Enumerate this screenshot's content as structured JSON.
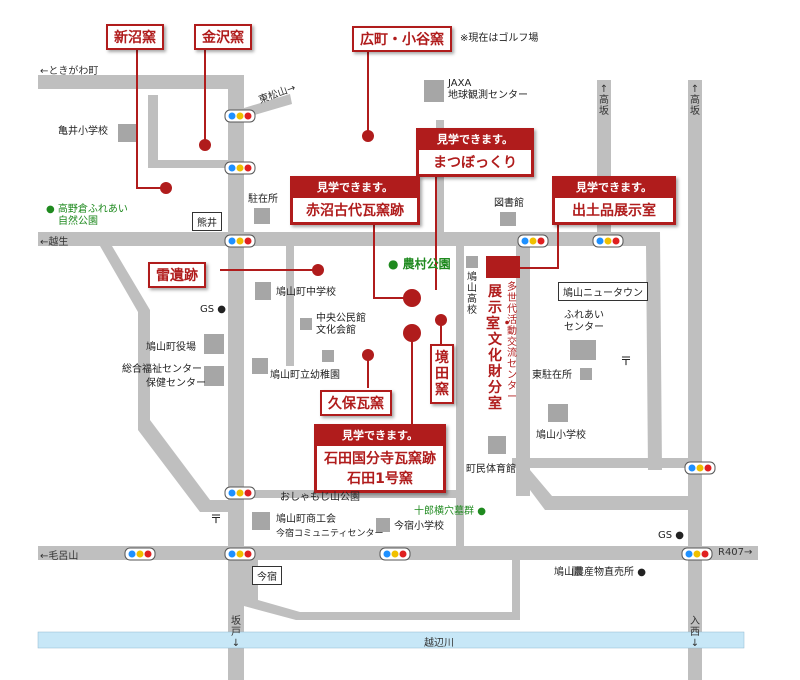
{
  "kilns": {
    "niinuma": "新沼窯",
    "kanazawa": "金沢窯",
    "hiromachi": "広町・小谷窯",
    "hiromachi_note": "※現在はゴルフ場",
    "raiiseki": "雷遺跡",
    "kubo": "久保瓦窯",
    "sakaida": "境田窯"
  },
  "visitable": {
    "badge": "見学できます。",
    "matsubo": "まつぼっくり",
    "akanuma": "赤沼古代瓦窯跡",
    "shutsudo": "出土品展示室",
    "ishida_line1": "石田国分寺瓦窯跡",
    "ishida_line2": "石田1号窯"
  },
  "center": {
    "main": "展示室・文化財分室",
    "sub": "多世代活動交流センター"
  },
  "roads": {
    "tokigawa": "←ときがわ町",
    "higashimatsuyama": "東松山→",
    "koshi": "←越生",
    "moroyama": "←毛呂山",
    "r407": "R407→",
    "takasaka1": "↑高坂",
    "takasaka2": "↑高坂",
    "sakado": "坂戸↓",
    "irumanishi": "入西↓",
    "river": "越辺川"
  },
  "places": {
    "kamei": "亀井小学校",
    "takanokura": "高野倉ふれあい",
    "takanokura2": "自然公園",
    "chuzaisho": "駐在所",
    "kumai": "熊井",
    "jaxa1": "JAXA",
    "jaxa2": "地球観測センター",
    "toshokan": "図書館",
    "noson": "農村公園",
    "hatoyama_hs": "鳩山高校",
    "newtown": "鳩山ニュータウン",
    "fureai1": "ふれあい",
    "fureai2": "センター",
    "gs1": "GS",
    "gs2": "GS",
    "chugakko": "鳩山町中学校",
    "kominkan1": "中央公民館",
    "kominkan2": "文化会館",
    "yakuba": "鳩山町役場",
    "fukushi1": "総合福祉センター",
    "fukushi2": "保健センター",
    "yochien": "鳩山町立幼稚園",
    "higashichuzai": "東駐在所",
    "hatoyama_es": "鳩山小学校",
    "taiikukan": "町民体育館",
    "jurouyokoana": "十郎横穴墓群",
    "oshamoji": "おしゃもじ山公園",
    "shokokai": "鳩山町商工会",
    "imajuku_center": "今宿コミュニティセンター",
    "imajuku_es": "今宿小学校",
    "imajuku": "今宿",
    "chokubaijo": "鳩山農産物直売所"
  },
  "symbols": {
    "post": "〒",
    "dot": "●"
  },
  "colors": {
    "road": "#bfbfbf",
    "building": "#a6a6a6",
    "accent": "#b01c1c",
    "park": "#1f8a1f",
    "river": "#c7e7f7"
  }
}
